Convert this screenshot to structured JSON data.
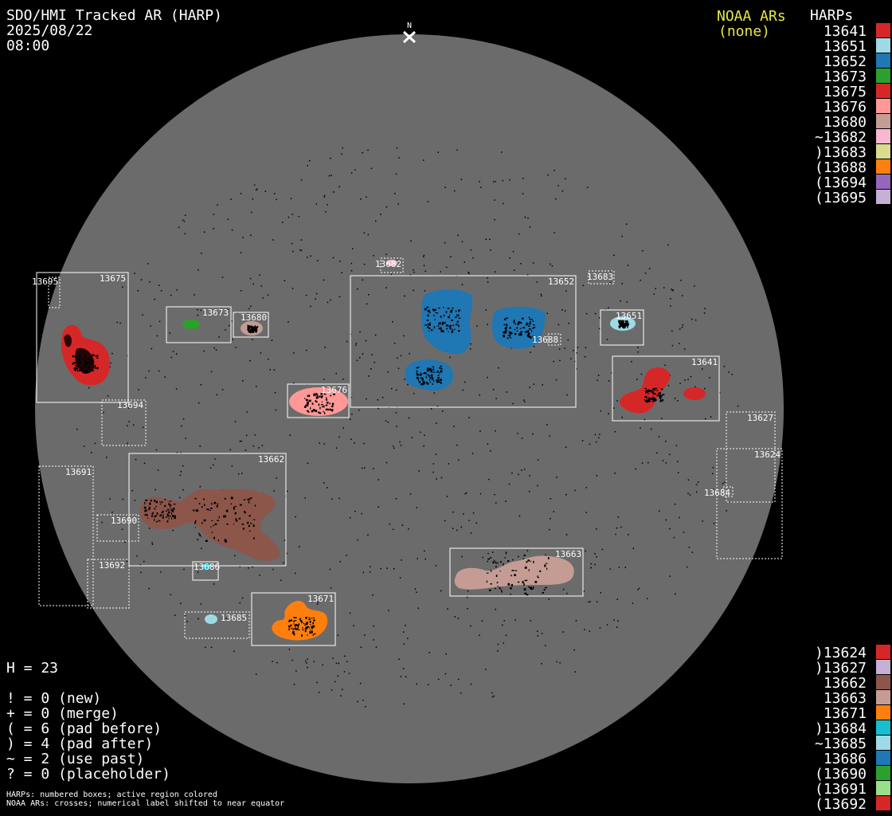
{
  "header": {
    "title": "SDO/HMI Tracked AR (HARP)",
    "date": "2025/08/22",
    "time": "08:00",
    "north_label": "N"
  },
  "noaa": {
    "title": "NOAA ARs",
    "value": "(none)"
  },
  "harps_header": "HARPs",
  "legend_top": [
    {
      "label": "13641",
      "color": "#d62728"
    },
    {
      "label": "13651",
      "color": "#9edae5"
    },
    {
      "label": "13652",
      "color": "#1f77b4"
    },
    {
      "label": "13673",
      "color": "#2ca02c"
    },
    {
      "label": "13675",
      "color": "#d62728"
    },
    {
      "label": "13676",
      "color": "#ff9896"
    },
    {
      "label": "13680",
      "color": "#c49c94"
    },
    {
      "label": "~13682",
      "color": "#f7b6d2"
    },
    {
      "label": ")13683",
      "color": "#dbdb8d"
    },
    {
      "label": "(13688",
      "color": "#ff7f0e"
    },
    {
      "label": "(13694",
      "color": "#9467bd"
    },
    {
      "label": "(13695",
      "color": "#c5b0d5"
    }
  ],
  "legend_bottom": [
    {
      "label": ")13624",
      "color": "#d62728"
    },
    {
      "label": ")13627",
      "color": "#c5b0d5"
    },
    {
      "label": "13662",
      "color": "#8c564b"
    },
    {
      "label": "13663",
      "color": "#c49c94"
    },
    {
      "label": "13671",
      "color": "#ff7f0e"
    },
    {
      "label": ")13684",
      "color": "#17becf"
    },
    {
      "label": "~13685",
      "color": "#9edae5"
    },
    {
      "label": "13686",
      "color": "#1f77b4"
    },
    {
      "label": "(13690",
      "color": "#2ca02c"
    },
    {
      "label": "(13691",
      "color": "#98df8a"
    },
    {
      "label": "(13692",
      "color": "#d62728"
    }
  ],
  "stats": {
    "h": "H = 23",
    "lines": [
      "! = 0 (new)",
      "+ = 0 (merge)",
      "( = 6 (pad before)",
      ") = 4 (pad after)",
      "~ = 2 (use past)",
      "? = 0 (placeholder)"
    ]
  },
  "footnotes": [
    "HARPs: numbered boxes; active region colored",
    "NOAA ARs: crosses; numerical label shifted to near equator"
  ],
  "box_labels": {
    "b13695": "13695",
    "b13675": "13675",
    "b13673": "13673",
    "b13680": "13680",
    "b13682": "13682",
    "b13652": "13652",
    "b13683": "13683",
    "b13651": "13651",
    "b13688": "13688",
    "b13641": "13641",
    "b13676": "13676",
    "b13694": "13694",
    "b13627": "13627",
    "b13624": "13624",
    "b13684": "13684",
    "b13662": "13662",
    "b13691": "13691",
    "b13690": "13690",
    "b13692": "13692",
    "b13686": "13686",
    "b13663": "13663",
    "b13671": "13671",
    "b13685": "13685"
  },
  "colors": {
    "disk": "#6b6b6b",
    "background": "#000000",
    "noaa_text": "#e6e64c"
  }
}
